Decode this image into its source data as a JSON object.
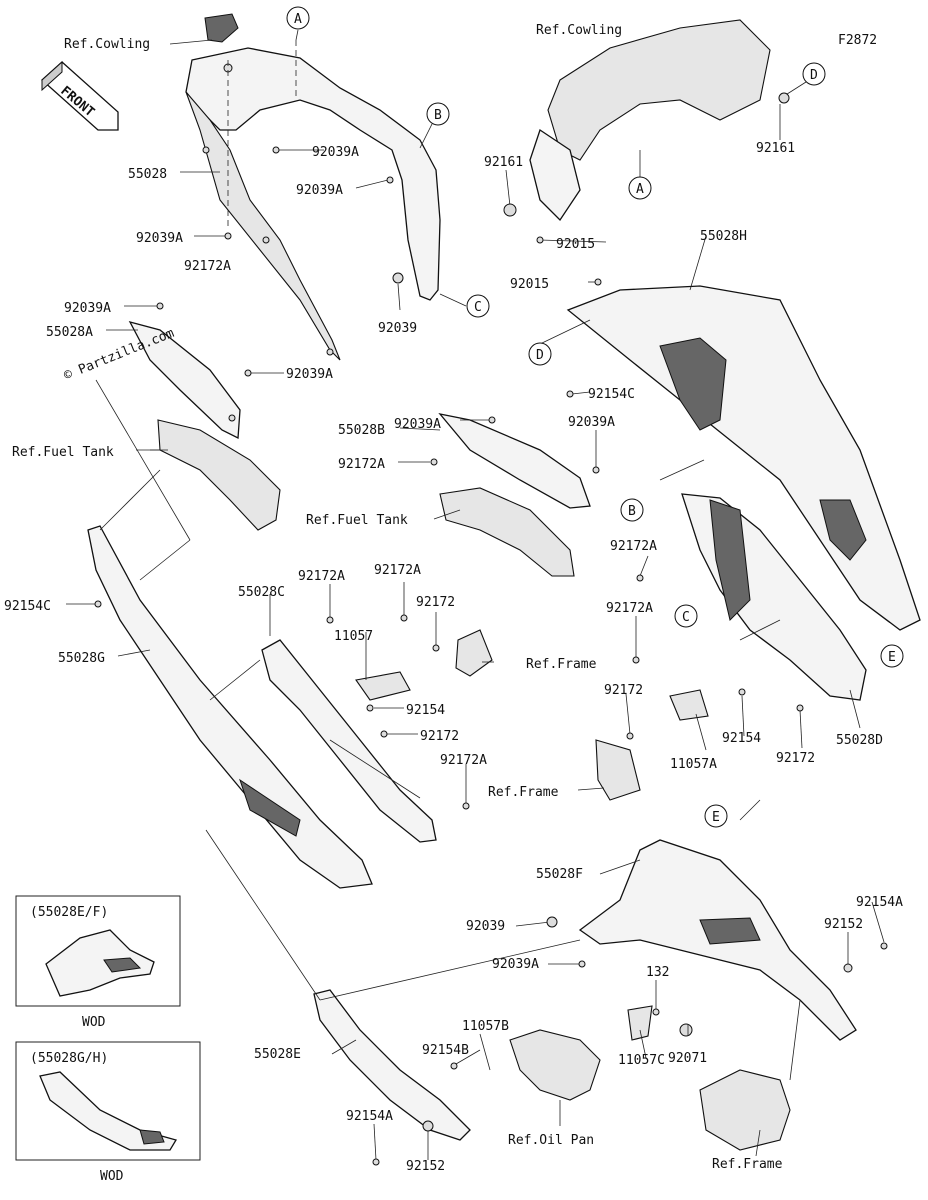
{
  "figure_code": "F2872",
  "watermark": "© Partzilla.com",
  "front_label": "FRONT",
  "refs": {
    "cowling_1": "Ref.Cowling",
    "cowling_2": "Ref.Cowling",
    "fuel_tank_1": "Ref.Fuel Tank",
    "fuel_tank_2": "Ref.Fuel Tank",
    "frame_1": "Ref.Frame",
    "frame_2": "Ref.Frame",
    "frame_3": "Ref.Frame",
    "oil_pan": "Ref.Oil Pan"
  },
  "callouts": {
    "a1": "A",
    "a2": "A",
    "b1": "B",
    "b2": "B",
    "c1": "C",
    "c2": "C",
    "d1": "D",
    "d2": "D",
    "e1": "E",
    "e2": "E"
  },
  "parts": {
    "p55028": "55028",
    "p92039A_1": "92039A",
    "p92039A_2": "92039A",
    "p92039A_3": "92039A",
    "p92172A_1": "92172A",
    "p92039A_4": "92039A",
    "p55028A": "55028A",
    "p92039A_5": "92039A",
    "p92039": "92039",
    "p92161_1": "92161",
    "p92161_2": "92161",
    "p92015_1": "92015",
    "p92015_2": "92015",
    "p55028H": "55028H",
    "p92154C_1": "92154C",
    "p92039A_6": "92039A",
    "p55028B": "55028B",
    "p92039A_7": "92039A",
    "p92172A_2": "92172A",
    "p92154C_2": "92154C",
    "p55028G": "55028G",
    "p55028C": "55028C",
    "p92172A_3": "92172A",
    "p92172A_4": "92172A",
    "p11057": "11057",
    "p92172_1": "92172",
    "p92154_1": "92154",
    "p92172_2": "92172",
    "p92172A_5": "92172A",
    "p92172A_6": "92172A",
    "p92172A_7": "92172A",
    "p92172_3": "92172",
    "p92154_2": "92154",
    "p11057A": "11057A",
    "p92172_4": "92172",
    "p55028D": "55028D",
    "p55028F": "55028F",
    "p92039_2": "92039",
    "p92039A_8": "92039A",
    "p92154A_1": "92154A",
    "p92152_1": "92152",
    "p132": "132",
    "p92071": "92071",
    "p11057C": "11057C",
    "p11057B": "11057B",
    "p92154B": "92154B",
    "p55028E": "55028E",
    "p92154A_2": "92154A",
    "p92152_2": "92152"
  },
  "insets": [
    {
      "title": "(55028E/F)",
      "caption": "WOD"
    },
    {
      "title": "(55028G/H)",
      "caption": "WOD"
    }
  ]
}
